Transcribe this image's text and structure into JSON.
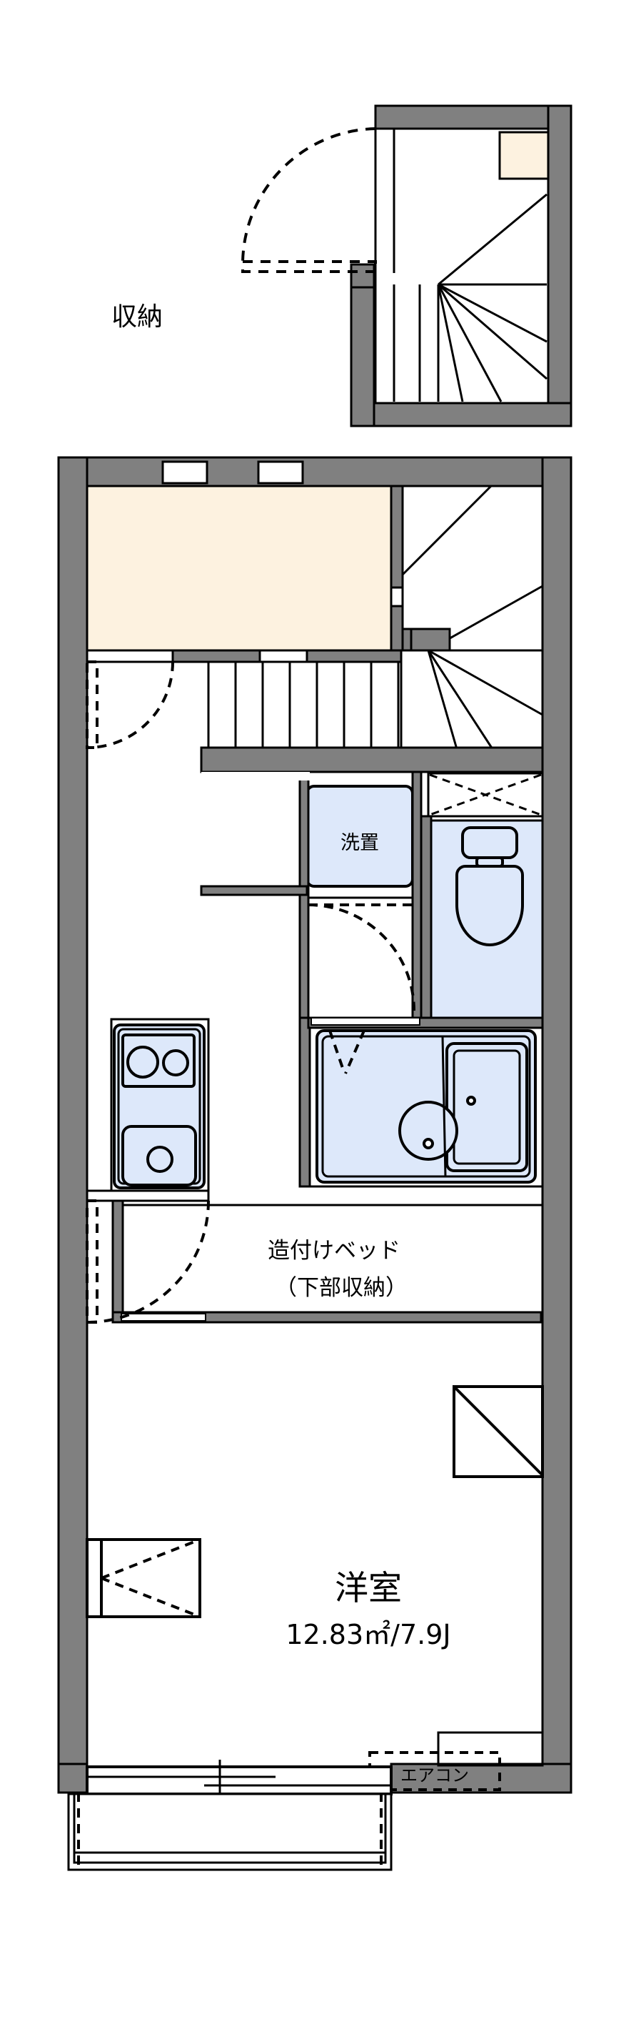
{
  "document": {
    "type": "floor-plan",
    "title": "間取り図",
    "background_color": "#ffffff",
    "wall_fill_color": "#808080",
    "wall_stroke_color": "#000000",
    "storage_fill_color": "#FDF2E0",
    "fixture_fill_color": "#DDE8FA",
    "room_fill_color": "#ffffff"
  },
  "upper_plan": {
    "name": "entry-level-plan",
    "storage_nook_color": "#FDF2E0",
    "features": [
      {
        "key": "entrance-door",
        "type": "swing-door",
        "label": ""
      },
      {
        "key": "winder-stair",
        "type": "stair",
        "label": ""
      },
      {
        "key": "corner-storage",
        "type": "storage",
        "label": ""
      }
    ]
  },
  "main_plan": {
    "name": "main-floor-plan",
    "rooms": [
      {
        "key": "storage",
        "label": "収納",
        "fill": "#FDF2E0",
        "font_size": 36
      },
      {
        "key": "washer-space",
        "label": "洗置",
        "fill": "#DDE8FA",
        "font_size": 27
      },
      {
        "key": "built-in-bed",
        "label_line1": "造付けベッド",
        "label_line2": "（下部収納）",
        "font_size": 31
      },
      {
        "key": "western-room",
        "label": "洋室",
        "area_label": "12.83㎡/7.9J",
        "font_size": 47,
        "area_font_size": 38
      }
    ],
    "annotations": [
      {
        "key": "aircon",
        "label": "エアコン",
        "font_size": 24,
        "style": "dashed-box"
      }
    ],
    "fixtures": [
      {
        "key": "toilet",
        "name": "toilet-fixture",
        "fill": "#DDE8FA"
      },
      {
        "key": "bathtub",
        "name": "bathtub-fixture",
        "fill": "#DDE8FA"
      },
      {
        "key": "washbasin",
        "name": "washbasin-fixture",
        "fill": "#DDE8FA"
      },
      {
        "key": "kitchen",
        "name": "kitchen-counter-fixture",
        "fill": "#DDE8FA"
      },
      {
        "key": "stove",
        "name": "two-burner-stove-icon",
        "fill": "#DDE8FA"
      },
      {
        "key": "sink",
        "name": "kitchen-sink-icon",
        "fill": "#DDE8FA"
      }
    ],
    "openings": [
      {
        "key": "entry-door",
        "type": "swing-door"
      },
      {
        "key": "storage-door",
        "type": "swing-door"
      },
      {
        "key": "washroom-door",
        "type": "swing-door"
      },
      {
        "key": "balcony-window",
        "type": "sliding-window"
      },
      {
        "key": "side-window",
        "type": "casement-window"
      },
      {
        "key": "upper-window-left",
        "type": "window"
      },
      {
        "key": "upper-window-right",
        "type": "window"
      }
    ],
    "balcony": {
      "key": "balcony",
      "label": ""
    }
  }
}
